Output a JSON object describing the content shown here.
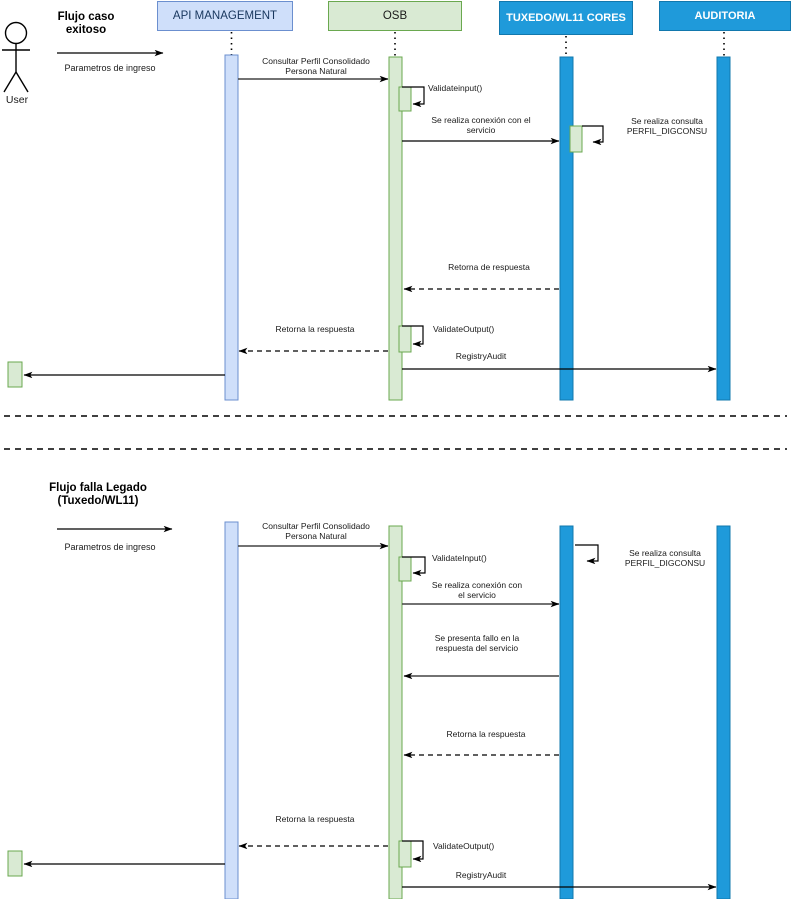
{
  "diagram": {
    "type": "uml-sequence-diagram",
    "colors": {
      "api_fill": "#cfdffa",
      "api_stroke": "#6b8fcf",
      "osb_fill": "#d9ead3",
      "osb_stroke": "#6aa84f",
      "core_fill": "#1f9ada",
      "core_stroke": "#1278ad",
      "line": "#000000",
      "text": "#1a1a1a"
    },
    "actor": {
      "label": "User"
    },
    "lifelines": [
      {
        "id": "api",
        "label": "API MANAGEMENT"
      },
      {
        "id": "osb",
        "label": "OSB"
      },
      {
        "id": "tuxedo",
        "label": "TUXEDO/WL11 CORES"
      },
      {
        "id": "auditoria",
        "label": "AUDITORIA"
      }
    ],
    "flows": [
      {
        "id": "flow-exitoso",
        "title": "Flujo caso\nexitoso",
        "entry_label": "Parametros de ingreso",
        "messages": [
          {
            "id": "m1",
            "label": "Consultar Perfil Consolidado\nPersona Natural",
            "from": "api",
            "to": "osb",
            "style": "solid"
          },
          {
            "id": "m2",
            "label": "Validateinput()",
            "from": "osb",
            "to": "osb",
            "style": "self"
          },
          {
            "id": "m3",
            "label": "Se realiza conexión con el\nservicio",
            "from": "osb",
            "to": "tuxedo",
            "style": "solid"
          },
          {
            "id": "m4",
            "label": "Se realiza consulta\nPERFIL_DIGCONSU",
            "from": "tuxedo",
            "to": "tuxedo",
            "style": "self"
          },
          {
            "id": "m5",
            "label": "Retorna de respuesta",
            "from": "tuxedo",
            "to": "osb",
            "style": "dashed"
          },
          {
            "id": "m6",
            "label": "Retorna la respuesta",
            "from": "osb",
            "to": "api",
            "style": "dashed"
          },
          {
            "id": "m7",
            "label": "ValidateOutput()",
            "from": "osb",
            "to": "osb",
            "style": "self"
          },
          {
            "id": "m8",
            "label": "RegistryAudit",
            "from": "osb",
            "to": "auditoria",
            "style": "solid"
          }
        ]
      },
      {
        "id": "flow-falla",
        "title": "Flujo falla Legado\n(Tuxedo/WL11)",
        "entry_label": "Parametros de ingreso",
        "messages": [
          {
            "id": "n1",
            "label": "Consultar Perfil Consolidado\nPersona Natural",
            "from": "api",
            "to": "osb",
            "style": "solid"
          },
          {
            "id": "n2",
            "label": "ValidateInput()",
            "from": "osb",
            "to": "osb",
            "style": "self"
          },
          {
            "id": "n3",
            "label": "Se realiza consulta\nPERFIL_DIGCONSU",
            "from": "tuxedo",
            "to": "tuxedo",
            "style": "self"
          },
          {
            "id": "n4",
            "label": "Se realiza conexión con\nel servicio",
            "from": "osb",
            "to": "tuxedo",
            "style": "solid"
          },
          {
            "id": "n5",
            "label": "Se presenta fallo en la\nrespuesta del servicio",
            "from": "tuxedo",
            "to": "osb",
            "style": "solid"
          },
          {
            "id": "n6",
            "label": "Retorna la respuesta",
            "from": "tuxedo",
            "to": "osb",
            "style": "dashed"
          },
          {
            "id": "n7",
            "label": "Retorna la respuesta",
            "from": "osb",
            "to": "api",
            "style": "dashed"
          },
          {
            "id": "n8",
            "label": "ValidateOutput()",
            "from": "osb",
            "to": "osb",
            "style": "self"
          },
          {
            "id": "n9",
            "label": "RegistryAudit",
            "from": "osb",
            "to": "auditoria",
            "style": "solid"
          }
        ]
      }
    ]
  }
}
